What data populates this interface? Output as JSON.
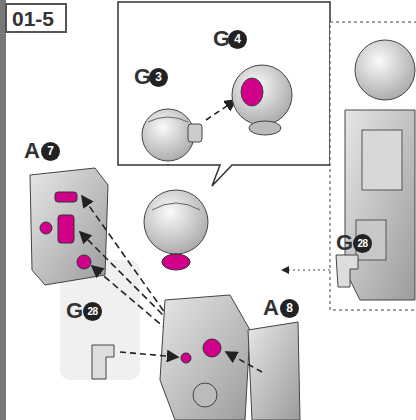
{
  "diagram": {
    "labels": [
      "01-5",
      "G",
      "3",
      "G",
      "4",
      "A",
      "7",
      "G",
      "28",
      "A",
      "8",
      "G",
      "28"
    ]
  }
}
